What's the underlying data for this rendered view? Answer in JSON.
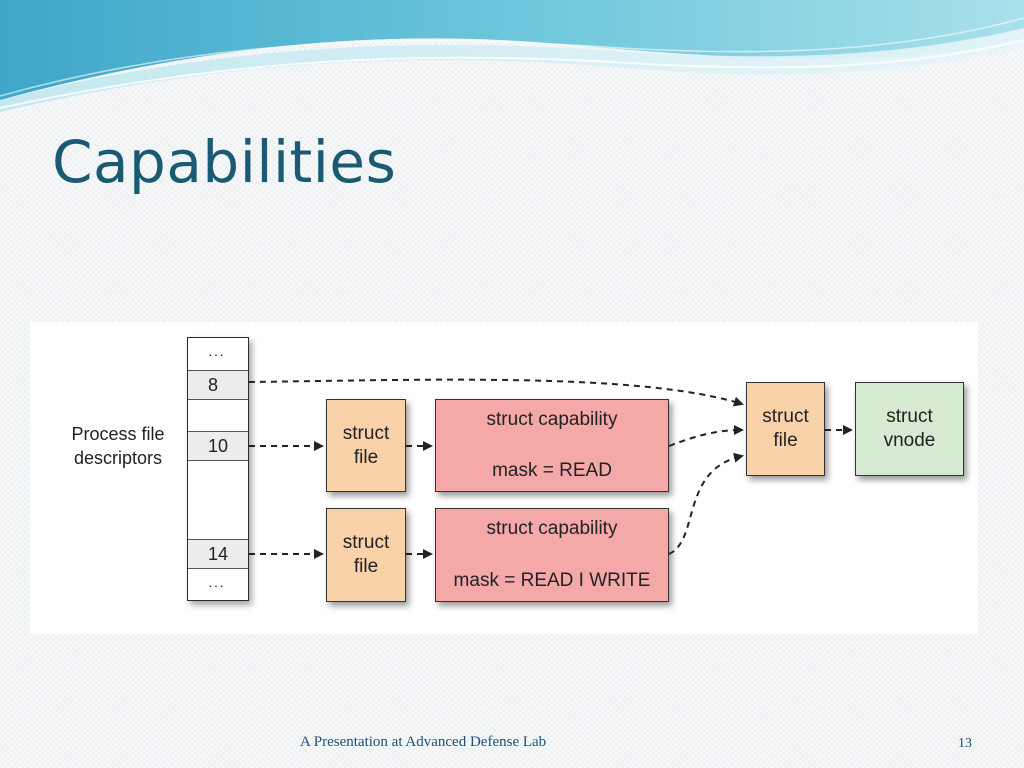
{
  "slide": {
    "title": "Capabilities",
    "footer": "A Presentation at Advanced Defense Lab",
    "page_number": "13"
  },
  "diagram": {
    "process_label_line1": "Process file",
    "process_label_line2": "descriptors",
    "fd_cells": {
      "top_dots": "···",
      "fd8": "8",
      "fd10": "10",
      "fd14": "14",
      "bottom_dots": "···"
    },
    "struct_file_1": {
      "line1": "struct",
      "line2": "file"
    },
    "struct_file_2": {
      "line1": "struct",
      "line2": "file"
    },
    "capability_1": {
      "title": "struct capability",
      "mask": "mask = READ"
    },
    "capability_2": {
      "title": "struct capability",
      "mask": "mask = READ I WRITE"
    },
    "struct_file_shared": {
      "line1": "struct",
      "line2": "file"
    },
    "vnode": {
      "line1": "struct",
      "line2": "vnode"
    }
  },
  "colors": {
    "title": "#1a5b73",
    "struct_file": "#f9d2aa",
    "capability": "#f5a8a8",
    "vnode": "#d7ead2"
  }
}
